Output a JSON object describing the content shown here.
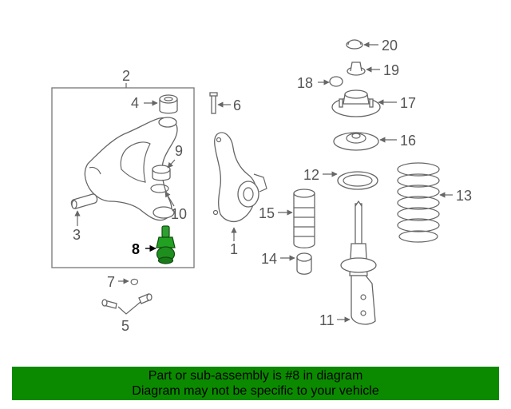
{
  "diagram": {
    "callouts": [
      "1",
      "2",
      "3",
      "4",
      "5",
      "6",
      "7",
      "8",
      "9",
      "10",
      "11",
      "12",
      "13",
      "14",
      "15",
      "16",
      "17",
      "18",
      "19",
      "20"
    ],
    "highlight": "8",
    "highlight_color": "#0b8a00"
  },
  "banner": {
    "line1": "Part or sub-assembly is #8 in diagram",
    "line2": "Diagram may not be specific to your vehicle",
    "color": "#0b8a00"
  }
}
